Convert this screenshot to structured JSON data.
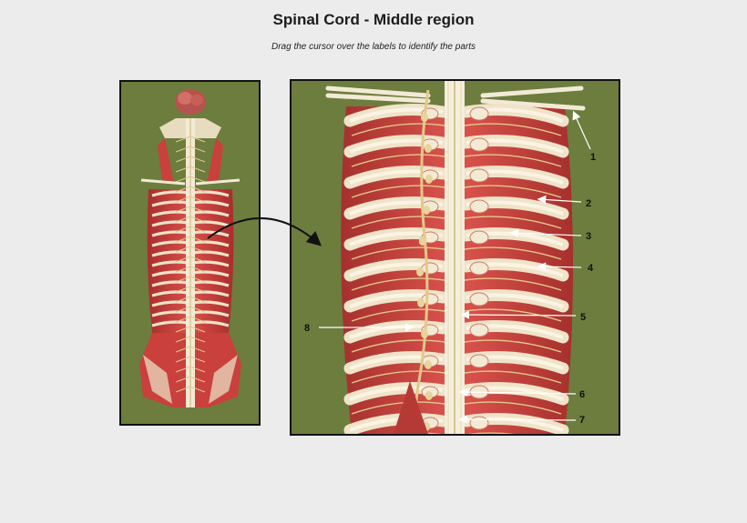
{
  "header": {
    "title": "Spinal Cord - Middle region",
    "subtitle": "Drag the cursor over the labels to identify the parts"
  },
  "colors": {
    "background": "#ececec",
    "panel_background": "#6c7d3e",
    "muscle_red": "#c9403c",
    "bone_cream": "#efe3c8",
    "nerve_yellow": "#e2c98a",
    "label_text": "#111111"
  },
  "labels": [
    {
      "id": "label-1",
      "text": "1"
    },
    {
      "id": "label-2",
      "text": "2"
    },
    {
      "id": "label-3",
      "text": "3"
    },
    {
      "id": "label-4",
      "text": "4"
    },
    {
      "id": "label-5",
      "text": "5"
    },
    {
      "id": "label-6",
      "text": "6"
    },
    {
      "id": "label-7",
      "text": "7"
    },
    {
      "id": "label-8",
      "text": "8"
    }
  ]
}
